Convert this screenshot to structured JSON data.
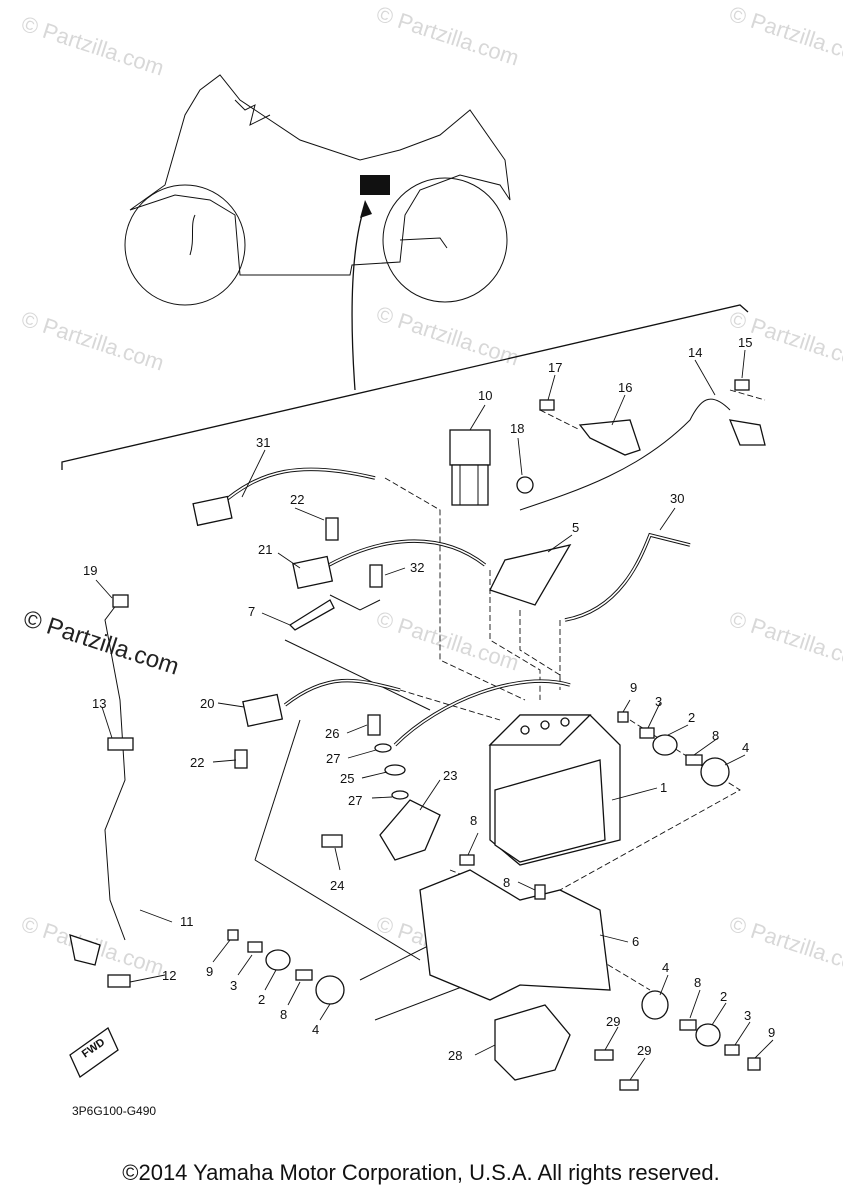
{
  "watermark": "© Partzilla.com",
  "watermark_main": "© Partzilla.com",
  "diagram_code": "3P6G100-G490",
  "fwd_label": "FWD",
  "copyright": "©2014 Yamaha Motor Corporation, U.S.A. All rights reserved.",
  "labels": {
    "p1": "1",
    "p2a": "2",
    "p2b": "2",
    "p2c": "2",
    "p3a": "3",
    "p3b": "3",
    "p3c": "3",
    "p4a": "4",
    "p4b": "4",
    "p4c": "4",
    "p5": "5",
    "p6": "6",
    "p7": "7",
    "p8a": "8",
    "p8b": "8",
    "p8c": "8",
    "p8d": "8",
    "p8e": "8",
    "p9a": "9",
    "p9b": "9",
    "p9c": "9",
    "p10": "10",
    "p11": "11",
    "p12": "12",
    "p13": "13",
    "p14": "14",
    "p15": "15",
    "p16": "16",
    "p17": "17",
    "p18": "18",
    "p19": "19",
    "p20": "20",
    "p21": "21",
    "p22a": "22",
    "p22b": "22",
    "p23": "23",
    "p24": "24",
    "p25": "25",
    "p26": "26",
    "p27a": "27",
    "p27b": "27",
    "p28": "28",
    "p29a": "29",
    "p29b": "29",
    "p30": "30",
    "p31": "31",
    "p32": "32"
  }
}
